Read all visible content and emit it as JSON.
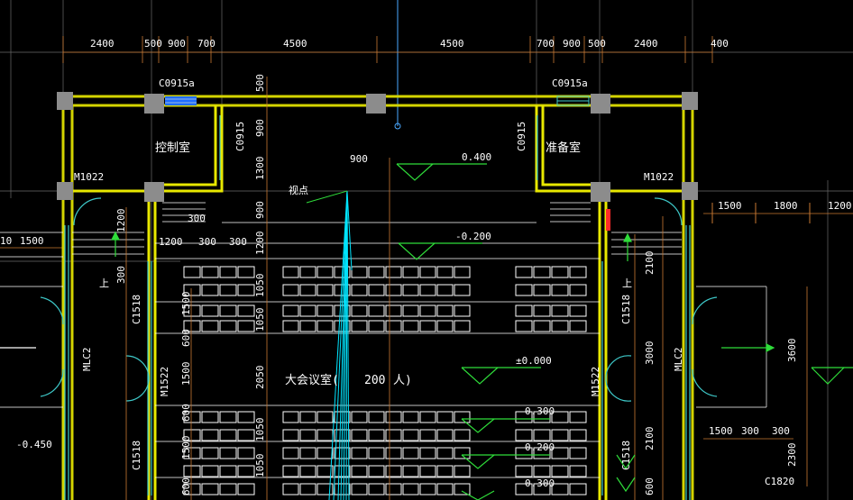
{
  "colors": {
    "background": "#000000",
    "wall": "#d4d400",
    "wall_inner": "#e8e800",
    "dimension": "#c87832",
    "grid_line": "#6a6a6a",
    "column": "#8c8c8c",
    "seat": "#ffffff",
    "stair": "#ffffff",
    "axis": "#4aa8ff",
    "window": "#3ec9c9",
    "level_mark": "#2fdc3a",
    "sight_line": "#00e5ff",
    "door": "#2fdc3a"
  },
  "top_dimensions": [
    "2400",
    "500",
    "900",
    "700",
    "4500",
    "4500",
    "700",
    "900",
    "500",
    "2400",
    "400"
  ],
  "right_dimensions_top": [
    "1500",
    "1800",
    "1200"
  ],
  "left_dimensions": [
    "10",
    "1500"
  ],
  "rooms": {
    "control_room": "控制室",
    "prep_room": "准备室",
    "meeting_hall": "大会议室(",
    "capacity": "200",
    "capacity_unit": "人)"
  },
  "windows": {
    "top_left": "C0915a",
    "top_right": "C0915a",
    "inner_left_vertical": "C0915",
    "inner_right_vertical": "C0915",
    "left_c1518_a": "C1518",
    "left_c1518_b": "C1518",
    "right_c1518_a": "C1518",
    "right_c1518_b": "C1518",
    "right_c1820": "C1820"
  },
  "doors": {
    "m1022_left": "M1022",
    "m1022_right": "M1022",
    "mlc2_left": "MLC2",
    "mlc2_right": "MLC2",
    "m1522_left": "M1522",
    "m1522_right": "M1522"
  },
  "levels": {
    "stage": "0.400",
    "upper": "-0.200",
    "middle": "±0.000",
    "lower_a": "0.300",
    "lower_b": "0.200",
    "lower_c": "0.300",
    "outside_left": "-0.450"
  },
  "labels": {
    "viewpoint": "视点",
    "up_left": "上",
    "up_right": "上",
    "dim_900_stage": "900",
    "dim_300_a": "300",
    "dim_1200": "1200",
    "dim_300_b": "300",
    "dim_300_c": "300"
  },
  "vertical_dims_center": [
    "500",
    "900",
    "1300",
    "900",
    "1200",
    "1050",
    "1050",
    "2050",
    "1050",
    "1050"
  ],
  "vertical_dims_left": [
    "1200",
    "300",
    "1500",
    "600",
    "1500",
    "600",
    "1500",
    "600"
  ],
  "vertical_dims_right": [
    "2100",
    "3000",
    "2100",
    "600"
  ],
  "right_side_dims": [
    "3600",
    "2300",
    "1500",
    "300",
    "300"
  ]
}
